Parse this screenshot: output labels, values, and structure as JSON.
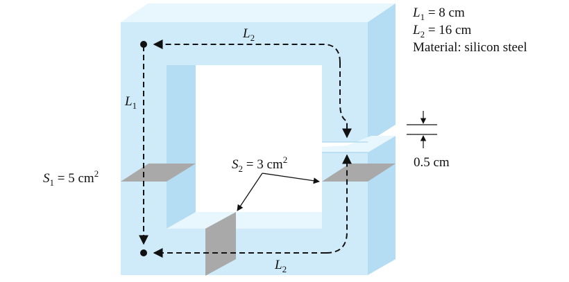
{
  "labels": {
    "path_top": {
      "sym": "L",
      "sub": "2"
    },
    "path_left": {
      "sym": "L",
      "sub": "1"
    },
    "path_bottom": {
      "sym": "L",
      "sub": "2"
    },
    "area_left": {
      "sym": "S",
      "sub": "1",
      "rest": " = 5 cm",
      "sup": "2"
    },
    "area_right": {
      "sym": "S",
      "sub": "2",
      "rest": " = 3 cm",
      "sup": "2"
    },
    "gap": "0.5 cm"
  },
  "specs": {
    "l1": {
      "sym": "L",
      "sub": "1",
      "rest": " = 8 cm"
    },
    "l2": {
      "sym": "L",
      "sub": "2",
      "rest": " = 16 cm"
    },
    "material": "Material: silicon steel"
  },
  "colors": {
    "core_front": "#cfeaf8",
    "core_light": "#e8f6fd",
    "core_shade": "#b4dcf2",
    "window": "#ffffff",
    "section": "#a9a9a9",
    "path": "#111111"
  }
}
